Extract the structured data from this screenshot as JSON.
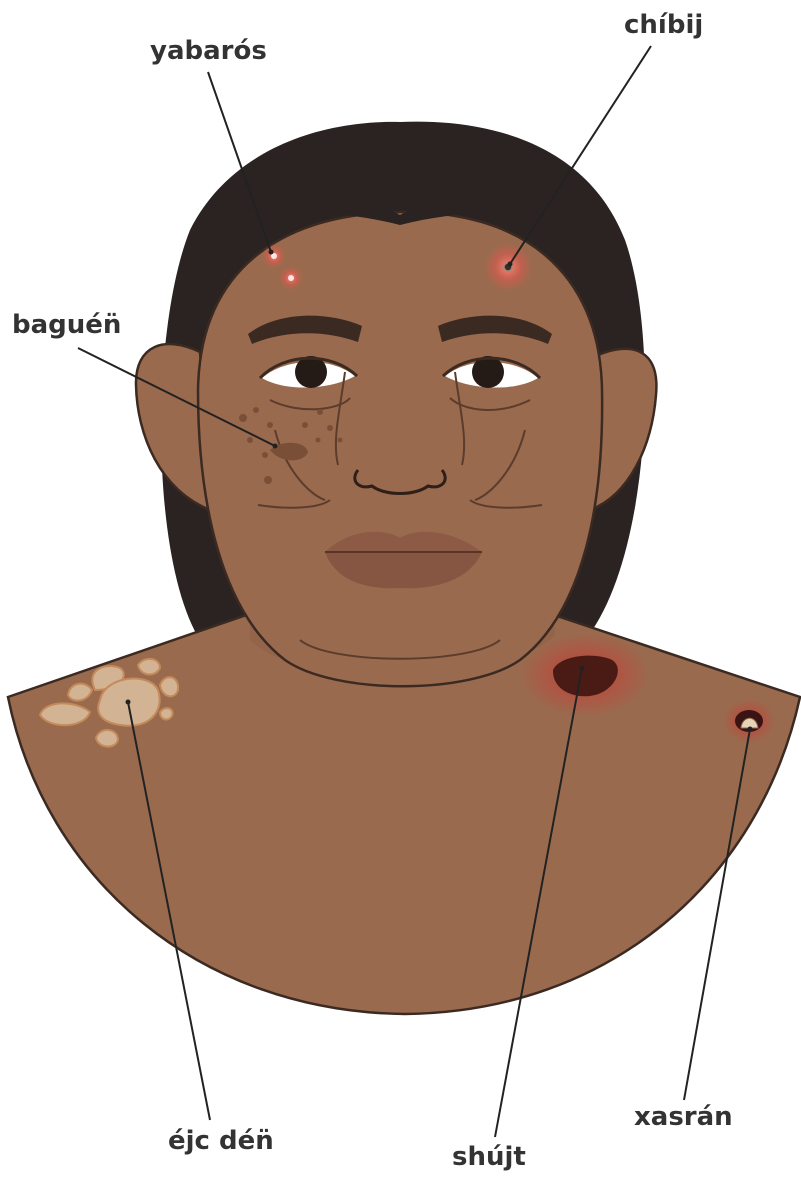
{
  "labels": {
    "yabaros": "yabarós",
    "chibij": "chíbij",
    "baguen": "baguén̈",
    "ejc_den": "éjc dén̈",
    "shujt": "shújt",
    "xasran": "xasrán"
  },
  "colors": {
    "skin": "#9a6a4e",
    "skin_outline": "#3b2a22",
    "hair": "#2a2321",
    "lip": "#8d5a46",
    "brow": "#3a2a22",
    "pigment_patch": "#d2b394",
    "lesion_red": "#e0584e",
    "lesion_dark": "#4a1a14",
    "leader_line": "#222222",
    "label_text": "#333333"
  }
}
